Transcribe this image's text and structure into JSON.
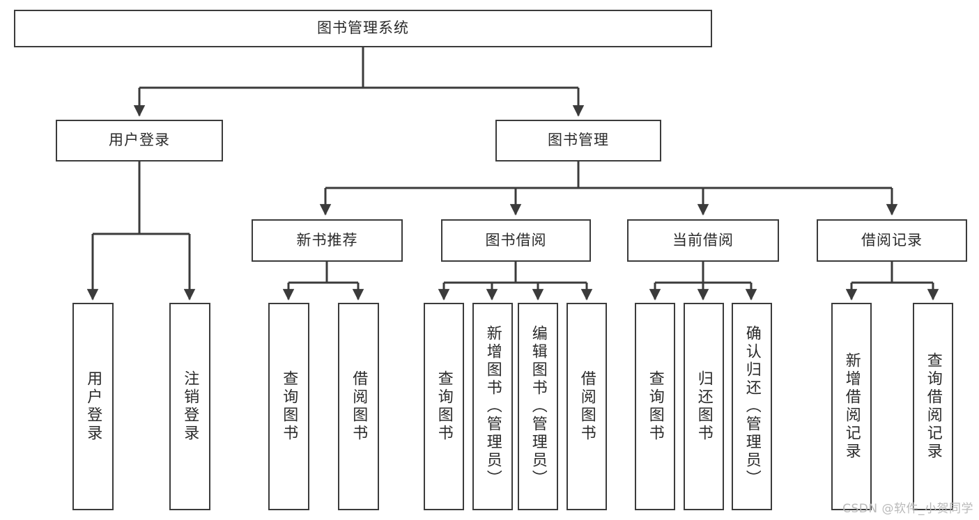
{
  "diagram": {
    "title": "图书管理系统",
    "type": "hierarchy-tree",
    "watermark": "CSDN @软件_小贺同学",
    "colors": {
      "line": "#3b3b3b",
      "box_border": "#3b3b3b",
      "box_fill": "#ffffff",
      "text": "#2a2a2a",
      "watermark": "#b9b9b9"
    },
    "nodes": {
      "root": {
        "label": "图书管理系统",
        "level": 0
      },
      "user_login": {
        "label": "用户登录",
        "level": 1
      },
      "book_manage": {
        "label": "图书管理",
        "level": 1
      },
      "new_book_recommend": {
        "label": "新书推荐",
        "level": 2
      },
      "book_borrow": {
        "label": "图书借阅",
        "level": 2
      },
      "current_borrow": {
        "label": "当前借阅",
        "level": 2
      },
      "borrow_record": {
        "label": "借阅记录",
        "level": 2
      },
      "leaf_user_login": {
        "label": "用户登录",
        "level": 2
      },
      "leaf_logout_login": {
        "label": "注销登录",
        "level": 2
      },
      "leaf_query_book_1": {
        "label": "查询图书",
        "level": 3
      },
      "leaf_borrow_book_1": {
        "label": "借阅图书",
        "level": 3
      },
      "leaf_query_book_2": {
        "label": "查询图书",
        "level": 3
      },
      "leaf_add_book_admin": {
        "label": "新增图书（管理员）",
        "level": 3
      },
      "leaf_edit_book_admin": {
        "label": "编辑图书（管理员）",
        "level": 3
      },
      "leaf_borrow_book_2": {
        "label": "借阅图书",
        "level": 3
      },
      "leaf_query_book_3": {
        "label": "查询图书",
        "level": 3
      },
      "leaf_return_book": {
        "label": "归还图书",
        "level": 3
      },
      "leaf_confirm_return_admin": {
        "label": "确认归还（管理员）",
        "level": 3
      },
      "leaf_add_borrow_record": {
        "label": "新增借阅记录",
        "level": 3
      },
      "leaf_query_borrow_record": {
        "label": "查询借阅记录",
        "level": 3
      }
    },
    "edges": [
      {
        "from": "root",
        "to": "user_login"
      },
      {
        "from": "root",
        "to": "book_manage"
      },
      {
        "from": "user_login",
        "to": "leaf_user_login"
      },
      {
        "from": "user_login",
        "to": "leaf_logout_login"
      },
      {
        "from": "book_manage",
        "to": "new_book_recommend"
      },
      {
        "from": "book_manage",
        "to": "book_borrow"
      },
      {
        "from": "book_manage",
        "to": "current_borrow"
      },
      {
        "from": "book_manage",
        "to": "borrow_record"
      },
      {
        "from": "new_book_recommend",
        "to": "leaf_query_book_1"
      },
      {
        "from": "new_book_recommend",
        "to": "leaf_borrow_book_1"
      },
      {
        "from": "book_borrow",
        "to": "leaf_query_book_2"
      },
      {
        "from": "book_borrow",
        "to": "leaf_add_book_admin"
      },
      {
        "from": "book_borrow",
        "to": "leaf_edit_book_admin"
      },
      {
        "from": "book_borrow",
        "to": "leaf_borrow_book_2"
      },
      {
        "from": "current_borrow",
        "to": "leaf_query_book_3"
      },
      {
        "from": "current_borrow",
        "to": "leaf_return_book"
      },
      {
        "from": "current_borrow",
        "to": "leaf_confirm_return_admin"
      },
      {
        "from": "borrow_record",
        "to": "leaf_add_borrow_record"
      },
      {
        "from": "borrow_record",
        "to": "leaf_query_borrow_record"
      }
    ]
  }
}
